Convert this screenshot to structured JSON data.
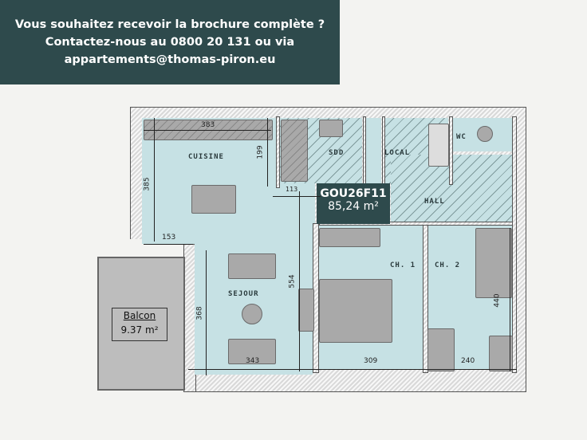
{
  "banner": {
    "line1": "Vous souhaitez recevoir la brochure complète ?",
    "line2": "Contactez-nous au 0800 20 131 ou via",
    "line3": "appartements@thomas-piron.eu"
  },
  "unit": {
    "code": "GOU26F11",
    "area": "85,24 m²"
  },
  "rooms": {
    "cuisine": "CUISINE",
    "sejour": "SEJOUR",
    "sdd": "SDD",
    "local": "LOCAL",
    "wc": "WC",
    "hall": "HALL",
    "ch1": "CH. 1",
    "ch2": "CH. 2"
  },
  "balcon": {
    "label": "Balcon",
    "area": "9.37 m²"
  },
  "dimensions": {
    "d383": "383",
    "d199": "199",
    "d385": "385",
    "d113": "113",
    "d153": "153",
    "d554": "554",
    "d368": "368",
    "d343": "343",
    "d309": "309",
    "d240": "240",
    "d440": "440"
  },
  "colors": {
    "banner": "#2e4a4c",
    "room": "#c6e1e4"
  }
}
